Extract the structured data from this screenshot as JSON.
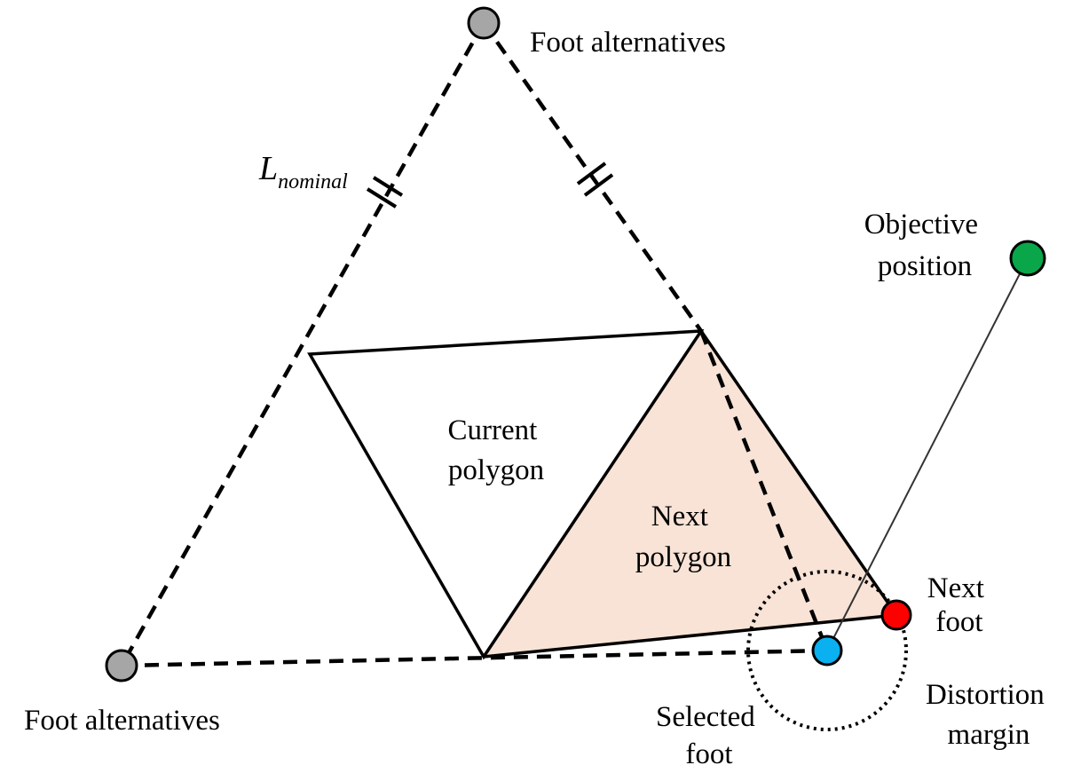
{
  "labels": {
    "foot_alternatives_top": "Foot alternatives",
    "foot_alternatives_bottom": "Foot alternatives",
    "l_nominal_main": "L",
    "l_nominal_sub": "nominal",
    "objective_position": [
      "Objective",
      "position"
    ],
    "current_polygon": [
      "Current",
      "polygon"
    ],
    "next_polygon": [
      "Next",
      "polygon"
    ],
    "next_foot": [
      "Next",
      "foot"
    ],
    "selected_foot": [
      "Selected",
      "foot"
    ],
    "distortion_margin": [
      "Distortion",
      "margin"
    ]
  },
  "colors": {
    "foot_alternative": "#a6a6a6",
    "objective": "#0aa64a",
    "next_foot": "#ff0000",
    "selected_foot": "#0ab0f0",
    "next_polygon_fill": "#f8e3d6"
  }
}
